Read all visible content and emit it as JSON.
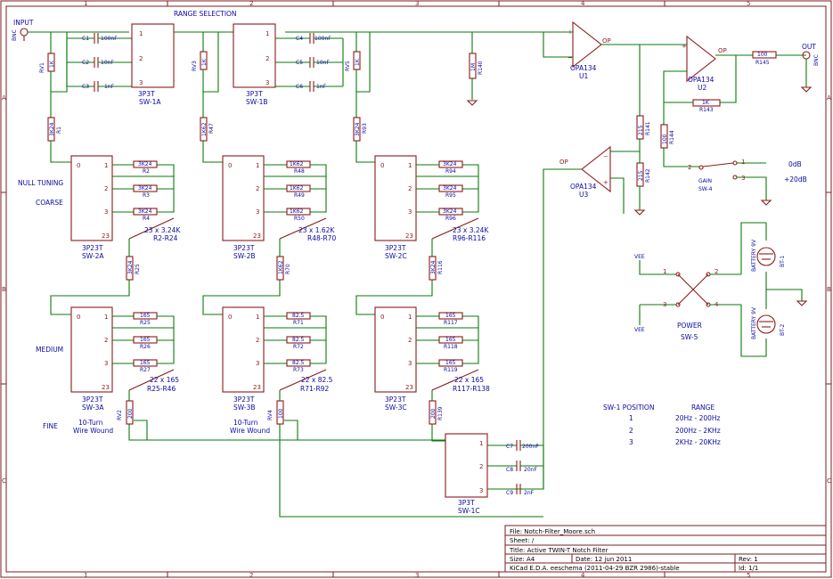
{
  "header": {
    "range_selection": "RANGE SELECTION"
  },
  "input": {
    "label": "INPUT",
    "connector": "BNC"
  },
  "output": {
    "label": "OUT",
    "connector": "BNC"
  },
  "sw1": {
    "labels": [
      "3P3T",
      "3P3T",
      "3P3T"
    ],
    "refs": [
      "SW-1A",
      "SW-1B",
      "SW-1C"
    ],
    "pins": [
      "1",
      "2",
      "3"
    ]
  },
  "caps": [
    {
      "ref": "C1",
      "val": "100nF"
    },
    {
      "ref": "C2",
      "val": "10nF"
    },
    {
      "ref": "C3",
      "val": "1nF"
    },
    {
      "ref": "C4",
      "val": "100nF"
    },
    {
      "ref": "C5",
      "val": "10nF"
    },
    {
      "ref": "C6",
      "val": "1nF"
    },
    {
      "ref": "C7",
      "val": "200nF"
    },
    {
      "ref": "C8",
      "val": "20nF"
    },
    {
      "ref": "C9",
      "val": "2nF"
    }
  ],
  "top_res": [
    {
      "ref": "RV1",
      "val": "1K"
    },
    {
      "ref": "RV3",
      "val": "1K"
    },
    {
      "ref": "RV5",
      "val": "1K"
    },
    {
      "ref": "R1",
      "val": "3K24"
    },
    {
      "ref": "R47",
      "val": "1K62"
    },
    {
      "ref": "R93",
      "val": "3K24"
    },
    {
      "ref": "R140",
      "val": "1M"
    }
  ],
  "amps": [
    {
      "name": "OPA134",
      "ref": "U1"
    },
    {
      "name": "OPA134",
      "ref": "U2"
    },
    {
      "name": "OPA134",
      "ref": "U3"
    }
  ],
  "amp_res": [
    {
      "ref": "R145",
      "val": "100"
    },
    {
      "ref": "R143",
      "val": "1K"
    },
    {
      "ref": "R141",
      "val": "215"
    },
    {
      "ref": "R142",
      "val": "215"
    },
    {
      "ref": "R144",
      "val": "100"
    }
  ],
  "gain": {
    "ref": "SW-4",
    "label": "GAIN",
    "pin1": "1",
    "pin2": "2",
    "pin3": "3",
    "opt1": "0dB",
    "opt2": "+20dB"
  },
  "labels": {
    "null_tuning": "NULL TUNING",
    "coarse": "COARSE",
    "medium": "MEDIUM",
    "fine": "FINE"
  },
  "sw2": {
    "type": "3P23T",
    "refs": [
      "SW-2A",
      "SW-2B",
      "SW-2C"
    ],
    "banks": [
      {
        "res": [
          {
            "val": "3K24",
            "ref": "R2"
          },
          {
            "val": "3K24",
            "ref": "R3"
          },
          {
            "val": "3K24",
            "ref": "R4"
          }
        ],
        "note": "23 x 3.24K",
        "range": "R2-R24"
      },
      {
        "res": [
          {
            "val": "1K62",
            "ref": "R48"
          },
          {
            "val": "1K62",
            "ref": "R49"
          },
          {
            "val": "1K62",
            "ref": "R50"
          }
        ],
        "note": "23 x 1.62K",
        "range": "R48-R70"
      },
      {
        "res": [
          {
            "val": "3K24",
            "ref": "R94"
          },
          {
            "val": "3K24",
            "ref": "R95"
          },
          {
            "val": "3K24",
            "ref": "R96"
          }
        ],
        "note": "23 x 3.24K",
        "range": "R96-R116"
      }
    ],
    "series": [
      {
        "ref": "R25",
        "val": "3K24"
      },
      {
        "ref": "R70",
        "val": "1K62"
      },
      {
        "ref": "R116",
        "val": "3K24"
      }
    ]
  },
  "sw3": {
    "type": "3P23T",
    "refs": [
      "SW-3A",
      "SW-3B",
      "SW-3C"
    ],
    "banks": [
      {
        "res": [
          {
            "val": "165",
            "ref": "R25"
          },
          {
            "val": "165",
            "ref": "R26"
          },
          {
            "val": "165",
            "ref": "R27"
          }
        ],
        "note": "22 x 165",
        "range": "R25-R46"
      },
      {
        "res": [
          {
            "val": "82.5",
            "ref": "R71"
          },
          {
            "val": "82.5",
            "ref": "R72"
          },
          {
            "val": "82.5",
            "ref": "R73"
          }
        ],
        "note": "22 x 82.5",
        "range": "R71-R92"
      },
      {
        "res": [
          {
            "val": "165",
            "ref": "R117"
          },
          {
            "val": "165",
            "ref": "R118"
          },
          {
            "val": "165",
            "ref": "R119"
          }
        ],
        "note": "22 x 165",
        "range": "R117-R138"
      }
    ]
  },
  "fine": {
    "pots": [
      {
        "ref": "RV2",
        "val": "200"
      },
      {
        "ref": "RV4",
        "val": "100"
      }
    ],
    "r139": {
      "ref": "R139",
      "val": "200"
    },
    "note_line1": "10-Turn",
    "note_line2": "Wire Wound"
  },
  "power": {
    "label": "POWER",
    "ref": "SW-5",
    "pins": [
      "1",
      "2",
      "3",
      "4"
    ],
    "vee1": "VEE",
    "vee2": "VEE",
    "bat1": {
      "label": "BATTERY 9V",
      "ref": "BT-1"
    },
    "bat2": {
      "label": "BATTERY 9V",
      "ref": "BT-2"
    }
  },
  "range_table": {
    "col1": "SW-1 POSITION",
    "col2": "RANGE",
    "rows": [
      {
        "pos": "1",
        "range": "20Hz - 200Hz"
      },
      {
        "pos": "2",
        "range": "200Hz - 2KHz"
      },
      {
        "pos": "3",
        "range": "2KHz - 20KHz"
      }
    ]
  },
  "title_block": {
    "file": "File: Notch-Filter_Moore.sch",
    "sheet": "Sheet: /",
    "title": "Title: Active TWIN-T Notch Filter",
    "size": "Size: A4",
    "date": "Date: 12 jun 2011",
    "rev": "Rev: 1",
    "tool": "KiCad E.D.A.  eeschema (2011-04-29 BZR 2986)-stable",
    "id": "Id: 1/1"
  },
  "zones": {
    "cols": [
      "1",
      "2",
      "3",
      "4",
      "5"
    ],
    "rows": [
      "A",
      "B",
      "C"
    ]
  }
}
